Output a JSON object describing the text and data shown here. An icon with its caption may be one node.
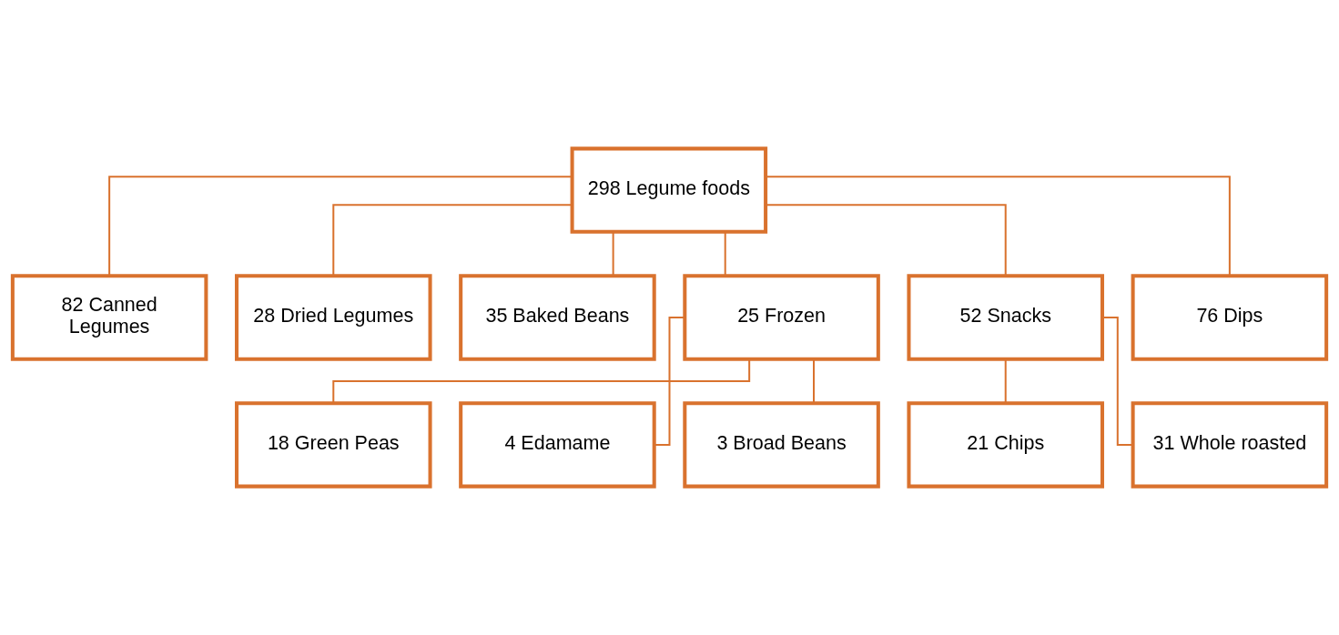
{
  "diagram": {
    "nodes": [
      {
        "text": [
          "298 Legume foods"
        ]
      },
      {
        "text": [
          "82 Canned Legumes"
        ]
      },
      {
        "text": [
          "28 Dried Legumes"
        ]
      },
      {
        "text": [
          "35 Baked Beans"
        ]
      },
      {
        "text": [
          "25 Frozen"
        ]
      },
      {
        "text": [
          "52 Snacks"
        ]
      },
      {
        "text": [
          "76 Dips"
        ]
      },
      {
        "text": [
          "18 Green Peas"
        ]
      },
      {
        "text": [
          "4 Edamame"
        ]
      },
      {
        "text": [
          "3 Broad Beans"
        ]
      },
      {
        "text": [
          "21 Chips"
        ]
      },
      {
        "text": [
          "31 Whole roasted"
        ]
      }
    ],
    "edges": [
      {
        "from": 0,
        "to": 1,
        "arrow": "none"
      },
      {
        "from": 0,
        "to": 2,
        "arrow": "none"
      },
      {
        "from": 0,
        "to": 3,
        "arrow": "none"
      },
      {
        "from": 0,
        "to": 4,
        "arrow": "none"
      },
      {
        "from": 0,
        "to": 5,
        "arrow": "none"
      },
      {
        "from": 0,
        "to": 6,
        "arrow": "none"
      },
      {
        "from": 4,
        "to": 7,
        "arrow": "none"
      },
      {
        "from": 4,
        "to": 8,
        "arrow": "none"
      },
      {
        "from": 4,
        "to": 9,
        "arrow": "none"
      },
      {
        "from": 5,
        "to": 10,
        "arrow": "none"
      },
      {
        "from": 5,
        "to": 11,
        "arrow": "none"
      }
    ]
  }
}
